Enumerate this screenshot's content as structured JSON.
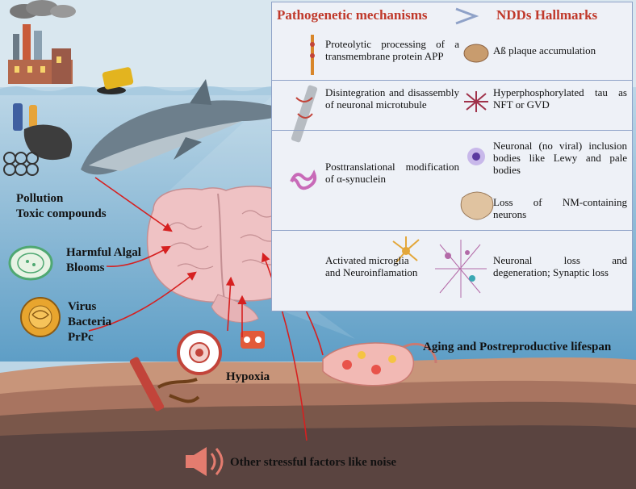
{
  "panel": {
    "header_left": "Pathogenetic mechanisms",
    "header_right": "NDDs Hallmarks",
    "rows": [
      {
        "mechanism": "Proteolytic processing of a transmembrane protein APP",
        "hallmarks": [
          "Aß plaque accumulation"
        ]
      },
      {
        "mechanism": "Disintegration and disassembly of neuronal microtubule",
        "hallmarks": [
          "Hyperphosphorylated tau as NFT or GVD"
        ]
      },
      {
        "mechanism": "Posttranslational modification of α-synuclein",
        "hallmarks": [
          "Neuronal (no viral) inclusion bodies like Lewy and pale bodies",
          "Loss of NM-containing neurons"
        ]
      },
      {
        "mechanism": "Activated microglia and Neuroinflamation",
        "hallmarks": [
          "Neuronal loss and degeneration; Synaptic loss"
        ]
      }
    ]
  },
  "factors": {
    "pollution": [
      "Pollution",
      "Toxic compounds"
    ],
    "algal": [
      "Harmful Algal",
      "Blooms"
    ],
    "pathogens": [
      "Virus",
      "Bacteria",
      "PrPc"
    ],
    "hypoxia": "Hypoxia",
    "aging": "Aging and Postreproductive lifespan",
    "noise": "Other stressful factors like noise"
  },
  "colors": {
    "sky": "#c6dbe8",
    "sea": "#7db0cf",
    "sea_light": "#a9cbe0",
    "seabed_1": "#c8957a",
    "seabed_2": "#9e6a55",
    "seabed_3": "#6e4d42",
    "header_red": "#c0392b",
    "arrow_red": "#d62020",
    "brain": "#efc2c4"
  }
}
